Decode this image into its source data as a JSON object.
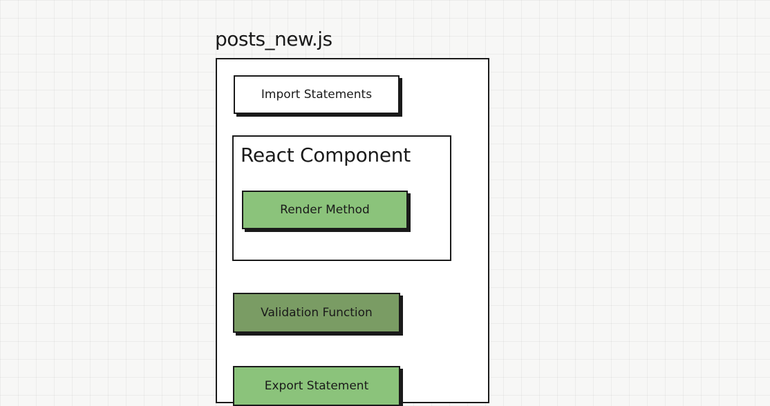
{
  "diagram": {
    "file_title": "posts_new.js",
    "blocks": {
      "import": "Import Statements",
      "component_title": "React Component",
      "render": "Render Method",
      "validation": "Validation Function",
      "export": "Export Statement"
    }
  },
  "colors": {
    "canvas_background": "#f7f7f6",
    "box_background": "#ffffff",
    "outline": "#1a1a1a",
    "light_green": "#8bc37b",
    "dark_green": "#7a9c64"
  }
}
